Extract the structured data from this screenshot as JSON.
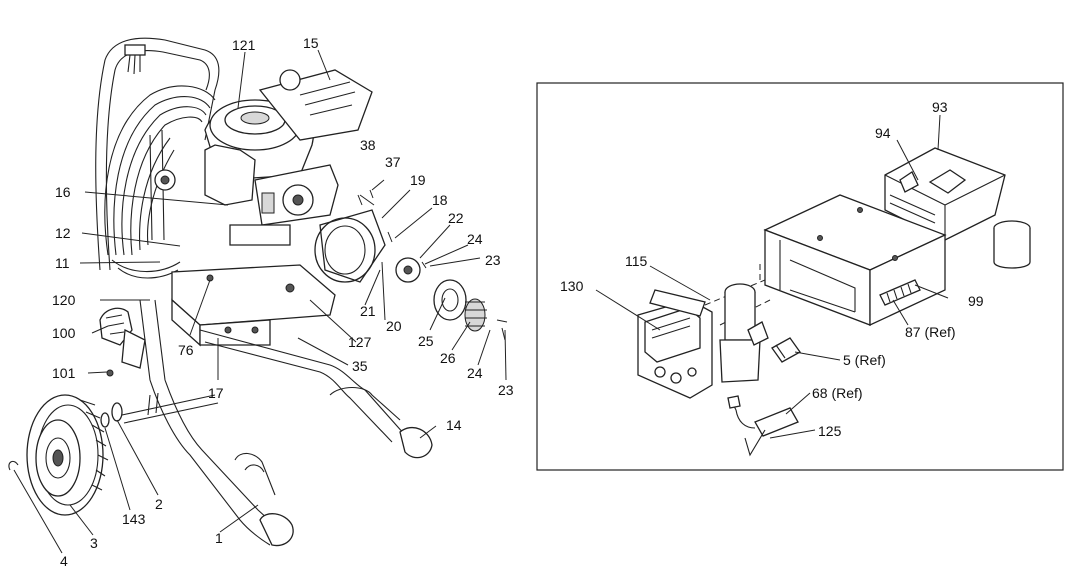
{
  "callouts": [
    {
      "id": "121",
      "text": "121"
    },
    {
      "id": "15",
      "text": "15"
    },
    {
      "id": "38",
      "text": "38"
    },
    {
      "id": "37",
      "text": "37"
    },
    {
      "id": "19",
      "text": "19"
    },
    {
      "id": "18",
      "text": "18"
    },
    {
      "id": "22",
      "text": "22"
    },
    {
      "id": "24a",
      "text": "24"
    },
    {
      "id": "23a",
      "text": "23"
    },
    {
      "id": "16",
      "text": "16"
    },
    {
      "id": "12",
      "text": "12"
    },
    {
      "id": "11",
      "text": "11"
    },
    {
      "id": "120",
      "text": "120"
    },
    {
      "id": "100",
      "text": "100"
    },
    {
      "id": "101",
      "text": "101"
    },
    {
      "id": "76",
      "text": "76"
    },
    {
      "id": "17",
      "text": "17"
    },
    {
      "id": "127",
      "text": "127"
    },
    {
      "id": "35",
      "text": "35"
    },
    {
      "id": "21",
      "text": "21"
    },
    {
      "id": "20",
      "text": "20"
    },
    {
      "id": "25",
      "text": "25"
    },
    {
      "id": "26",
      "text": "26"
    },
    {
      "id": "24b",
      "text": "24"
    },
    {
      "id": "23b",
      "text": "23"
    },
    {
      "id": "14",
      "text": "14"
    },
    {
      "id": "2",
      "text": "2"
    },
    {
      "id": "143",
      "text": "143"
    },
    {
      "id": "3",
      "text": "3"
    },
    {
      "id": "4",
      "text": "4"
    },
    {
      "id": "1",
      "text": "1"
    },
    {
      "id": "93",
      "text": "93"
    },
    {
      "id": "94",
      "text": "94"
    },
    {
      "id": "115",
      "text": "115"
    },
    {
      "id": "130",
      "text": "130"
    },
    {
      "id": "99",
      "text": "99"
    },
    {
      "id": "87ref",
      "text": "87 (Ref)"
    },
    {
      "id": "5ref",
      "text": "5 (Ref)"
    },
    {
      "id": "68ref",
      "text": "68 (Ref)"
    },
    {
      "id": "125",
      "text": "125"
    }
  ]
}
